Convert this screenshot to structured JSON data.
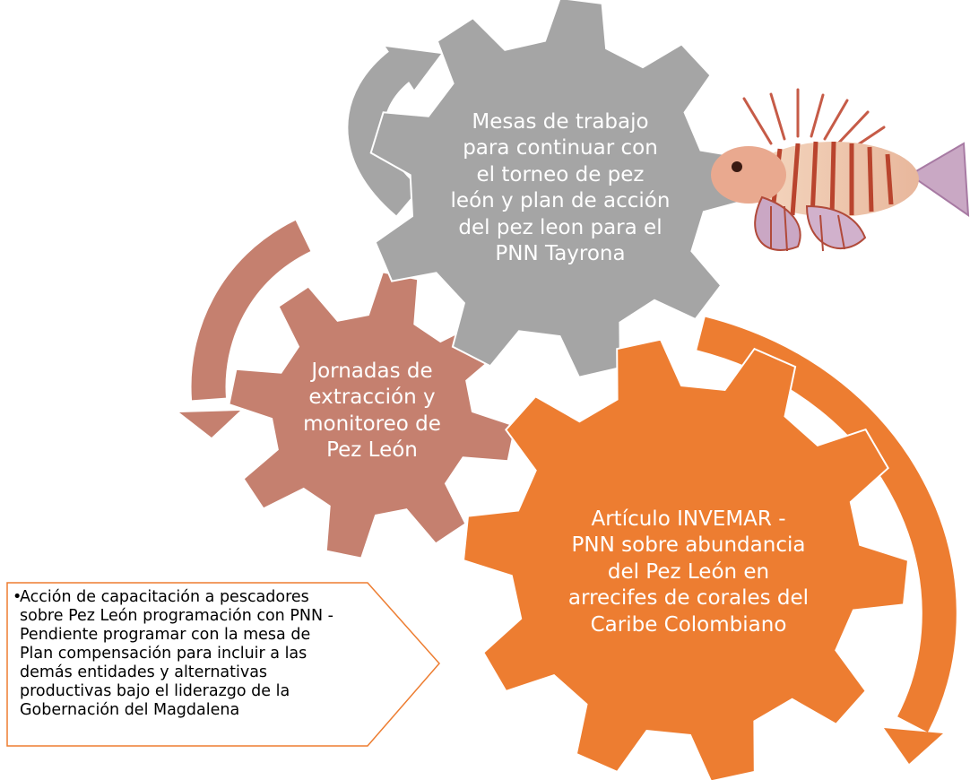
{
  "colors": {
    "gray_gear": "#A5A5A5",
    "brown_gear": "#C5806F",
    "orange_gear": "#ED7D31",
    "callout_border": "#ED7D31",
    "text_on_gear": "#FFFFFF"
  },
  "gears": {
    "gray": {
      "label": "Mesas de trabajo\npara continuar con\nel  torneo de pez\nleón y plan de acción\ndel pez leon para el\nPNN Tayrona"
    },
    "brown": {
      "label": "Jornadas de\nextracción y\nmonitoreo de\nPez León"
    },
    "orange": {
      "label": "Artículo INVEMAR -\nPNN sobre abundancia\ndel Pez León en\narrecifes de corales del\nCaribe Colombiano"
    }
  },
  "callout": {
    "bullet": "•",
    "text": "Acción de capacitación a pescadores\nsobre Pez León programación con PNN -\nPendiente programar con la mesa de\nPlan compensación para incluir a las\ndemás entidades y alternativas\nproductivas bajo el liderazgo de la\nGobernación del Magdalena"
  },
  "icons": {
    "fish_image": "lionfish-icon",
    "cycle_arrows": [
      "gray-cycle-arrow-icon",
      "brown-cycle-arrow-icon",
      "orange-cycle-arrow-icon"
    ]
  }
}
